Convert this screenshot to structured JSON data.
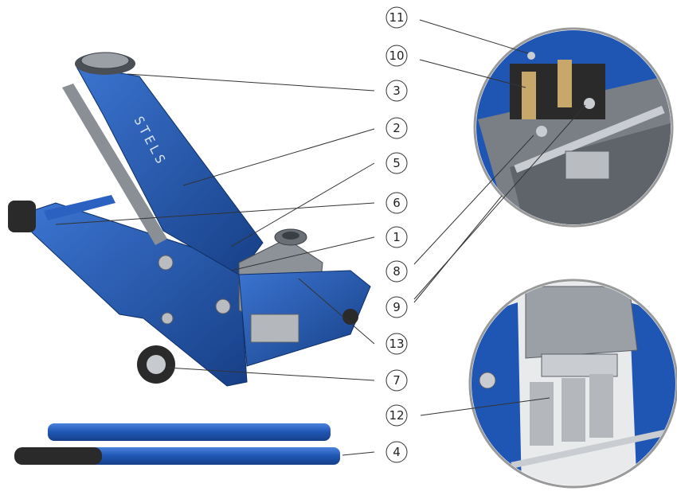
{
  "brand": {
    "name": "STELS",
    "on_handle": "STELS"
  },
  "callouts": [
    {
      "id": "c11",
      "label": "11"
    },
    {
      "id": "c10",
      "label": "10"
    },
    {
      "id": "c3",
      "label": "3"
    },
    {
      "id": "c2",
      "label": "2"
    },
    {
      "id": "c5",
      "label": "5"
    },
    {
      "id": "c6",
      "label": "6"
    },
    {
      "id": "c1",
      "label": "1"
    },
    {
      "id": "c8",
      "label": "8"
    },
    {
      "id": "c9",
      "label": "9"
    },
    {
      "id": "c13",
      "label": "13"
    },
    {
      "id": "c7",
      "label": "7"
    },
    {
      "id": "c12",
      "label": "12"
    },
    {
      "id": "c4",
      "label": "4"
    }
  ],
  "colors": {
    "body_blue": "#1f56b4",
    "dark_blue": "#173f86",
    "light_blue": "#3b74d0",
    "metal_gray": "#9aa0a6",
    "dark_metal": "#5a5f66",
    "rubber": "#2a2a2a",
    "leader_line": "#333333"
  }
}
